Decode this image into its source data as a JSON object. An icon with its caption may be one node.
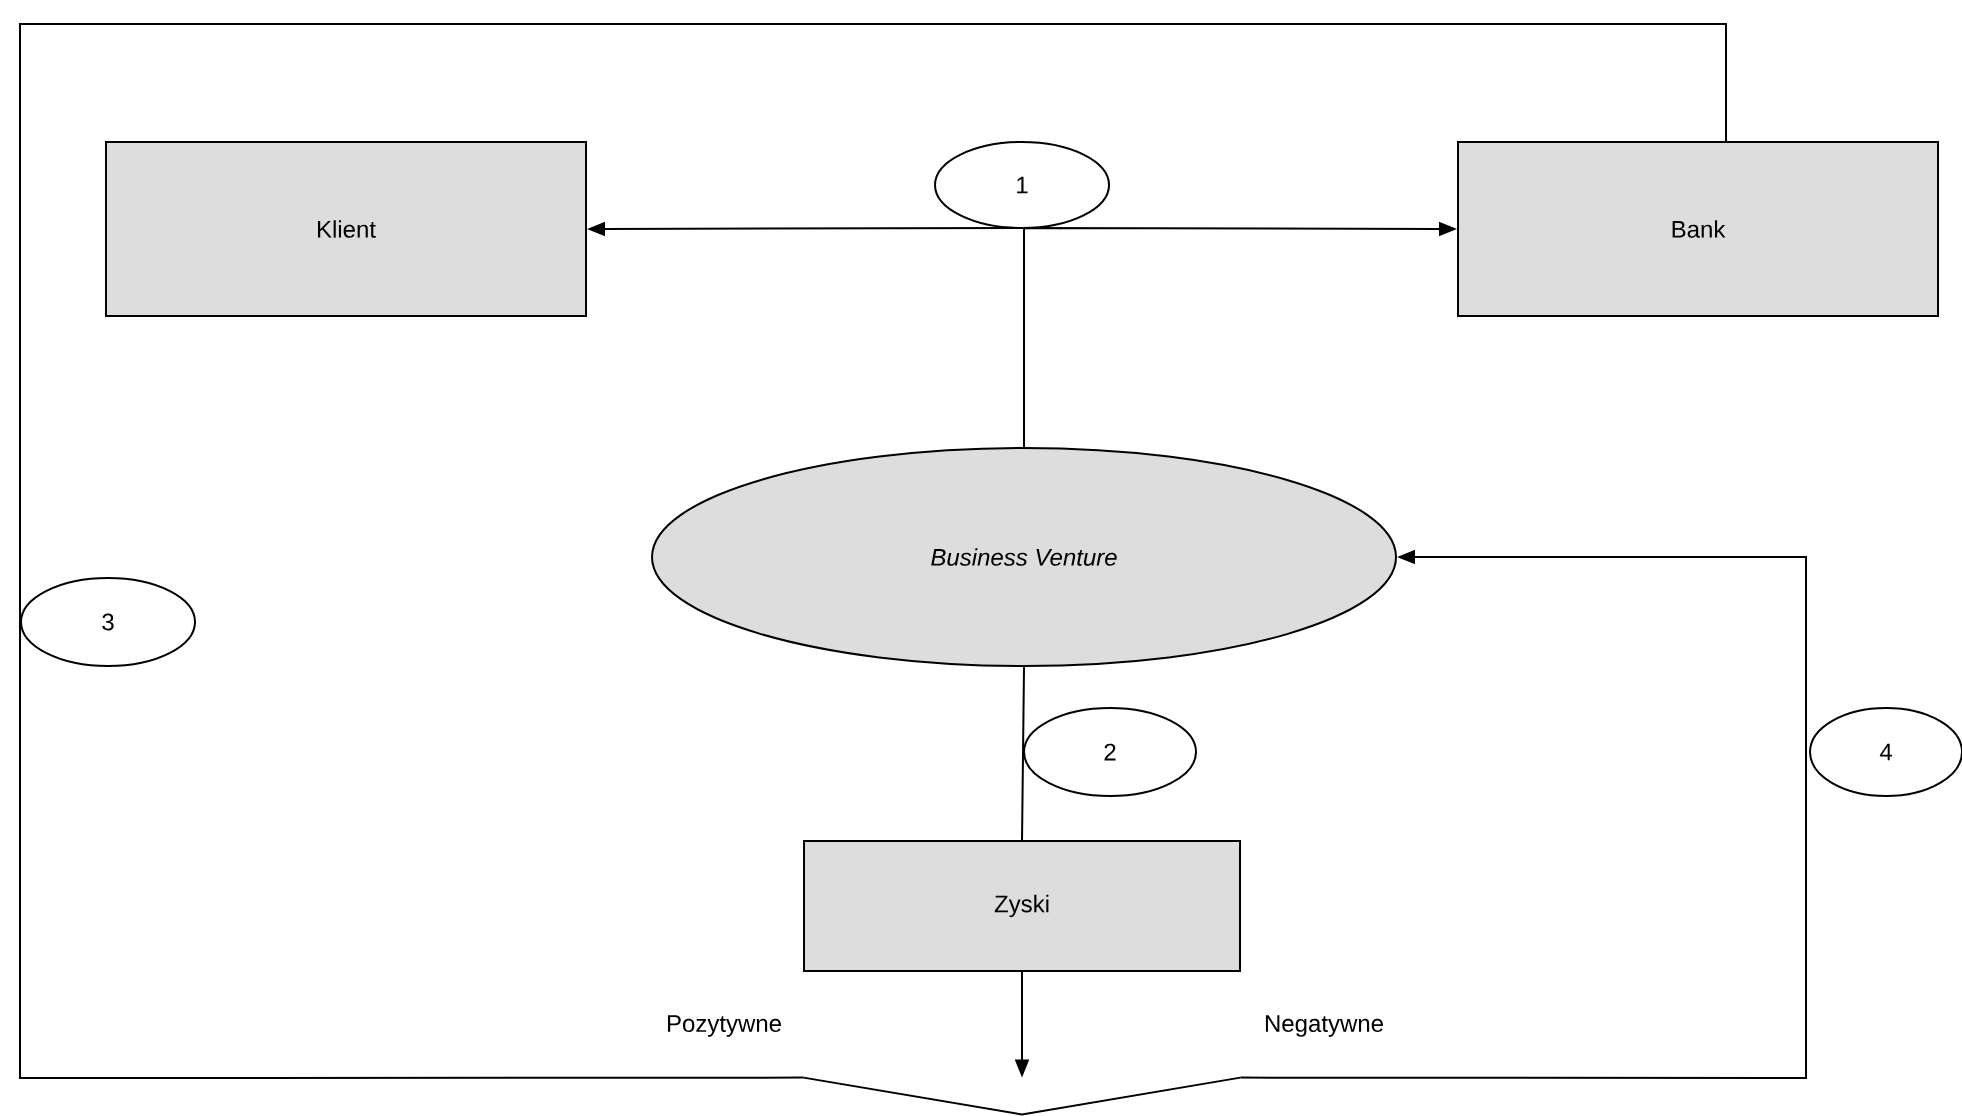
{
  "diagram": {
    "nodes": [
      {
        "text": [
          "Klient"
        ]
      },
      {
        "text": [
          "1"
        ]
      },
      {
        "text": [
          "Bank"
        ]
      },
      {
        "text": [
          "Business Venture"
        ]
      },
      {
        "text": [
          "3"
        ]
      },
      {
        "text": [
          "2"
        ]
      },
      {
        "text": [
          "4"
        ]
      },
      {
        "text": [
          "Zyski"
        ]
      },
      {
        "text": [],
        "shape": "wedge"
      }
    ],
    "edges": [
      {
        "from": 3,
        "to": 0,
        "arrow": "to"
      },
      {
        "from": 3,
        "to": 2,
        "arrow": "to"
      },
      {
        "from": 3,
        "to": 7,
        "arrow": "none"
      },
      {
        "from": 7,
        "to": 8,
        "arrow": "to"
      },
      {
        "from": 8,
        "to": 2,
        "arrow": "none",
        "label": "Pozytywne"
      },
      {
        "from": 8,
        "to": 3,
        "arrow": "to",
        "label": "Negatywne"
      }
    ]
  }
}
